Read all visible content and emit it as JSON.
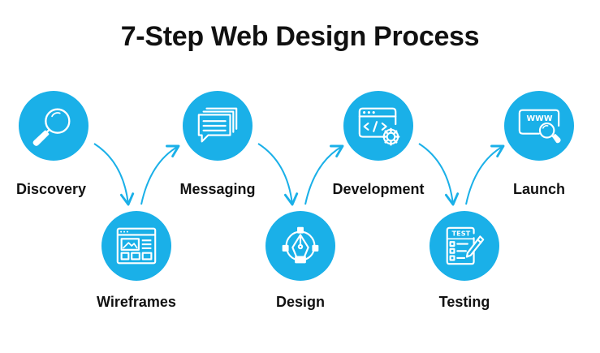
{
  "title": "7-Step Web Design Process",
  "colors": {
    "accent": "#1ab0e8",
    "text": "#111111",
    "background": "#ffffff"
  },
  "steps": [
    {
      "label": "Discovery",
      "icon": "magnifier-icon"
    },
    {
      "label": "Wireframes",
      "icon": "wireframe-icon"
    },
    {
      "label": "Messaging",
      "icon": "chat-messages-icon"
    },
    {
      "label": "Design",
      "icon": "pen-tool-icon"
    },
    {
      "label": "Development",
      "icon": "code-gear-icon"
    },
    {
      "label": "Testing",
      "icon": "test-checklist-icon"
    },
    {
      "label": "Launch",
      "icon": "www-search-icon"
    }
  ],
  "test_icon_text": "TEST",
  "www_icon_text": "WWW"
}
